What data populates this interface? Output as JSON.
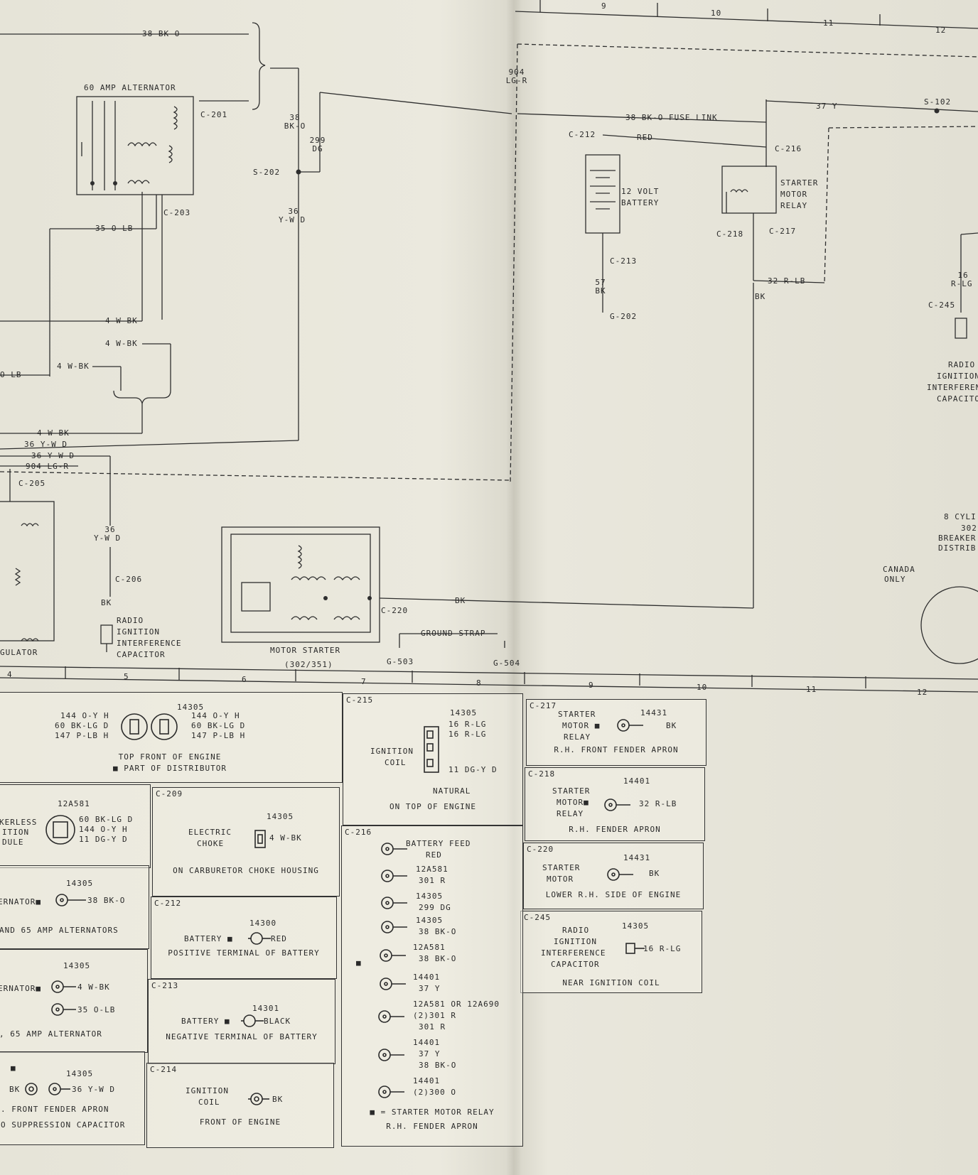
{
  "column_numbers": [
    "9",
    "10",
    "11",
    "12",
    "4",
    "5",
    "6",
    "7",
    "8",
    "9",
    "10",
    "11",
    "12"
  ],
  "top": {
    "wire_38_bk_o": "38 BK-O",
    "alternator_title": "60 AMP ALTERNATOR",
    "c201": "C-201",
    "c203": "C-203",
    "w38": "38",
    "bko": "BK-O",
    "w299": "299",
    "dg": "DG",
    "s202": "S-202",
    "w36": "36",
    "ywd": "Y-W D",
    "w35": "35 O-LB",
    "w4a": "4 W-BK",
    "w4b": "4 W-BK",
    "w4c": "4 W-BK",
    "olb_left": "O-LB",
    "w4d": "4 W-BK",
    "w36a": "36 Y-W D",
    "w36b": "36 Y-W D",
    "w904": "904 LG-R",
    "c205": "C-205",
    "regulator": "GULATOR",
    "w36c": "36",
    "ywd2": "Y-W D",
    "c206": "C-206",
    "bk1": "BK",
    "radio_cap": [
      "RADIO",
      "IGNITION",
      "INTERFERENCE",
      "CAPACITOR"
    ],
    "c220": "C-220",
    "bk2": "BK",
    "motor_starter": "MOTOR STARTER",
    "motor_sub": "(302/351)",
    "ground_strap": "GROUND STRAP",
    "g503": "G-503",
    "g504": "G-504",
    "w904v": "904",
    "lgr": "LG-R",
    "fuse_link": "38 BK-O FUSE LINK",
    "w37": "37 Y",
    "s102": "S-102",
    "c212": "C-212",
    "red": "RED",
    "c216": "C-216",
    "battery": [
      "12 VOLT",
      "BATTERY"
    ],
    "starter_relay": [
      "STARTER",
      "MOTOR",
      "RELAY"
    ],
    "c218": "C-218",
    "c217": "C-217",
    "w32": "32 R-LB",
    "bk3": "BK",
    "c213": "C-213",
    "w57": "57",
    "bk4": "BK",
    "g202": "G-202",
    "w16": "16",
    "rlg": "R-LG",
    "c245": "C-245",
    "radio_right": [
      "RADIO",
      "IGNITION",
      "INTERFEREN",
      "CAPACITO"
    ],
    "cyl": [
      "8 CYLI",
      "302",
      "BREAKER",
      "DISTRIB"
    ],
    "canada": [
      "CANADA",
      "ONLY"
    ]
  },
  "connectors": {
    "dist": {
      "code": "14305",
      "left": [
        "144 O-Y H",
        "60 BK-LG D",
        "147 P-LB H"
      ],
      "right": [
        "144 O-Y H",
        "60 BK-LG D",
        "147 P-LB H"
      ],
      "caption": [
        "TOP FRONT OF ENGINE",
        "■ PART OF DISTRIBUTOR"
      ]
    },
    "c215": {
      "id": "C-215",
      "code": "14305",
      "device": [
        "IGNITION",
        "COIL"
      ],
      "wires": [
        "16 R-LG",
        "16 R-LG",
        "11 DG-Y D"
      ],
      "natural": "NATURAL",
      "caption": "ON TOP OF ENGINE"
    },
    "c217": {
      "id": "C-217",
      "device": [
        "STARTER",
        "MOTOR ■",
        "RELAY"
      ],
      "code": "14431",
      "wire": "BK",
      "caption": "R.H. FRONT FENDER APRON"
    },
    "c218": {
      "id": "C-218",
      "device": [
        "STARTER",
        "MOTOR■",
        "RELAY"
      ],
      "code": "14401",
      "wire": "32 R-LB",
      "caption": "R.H. FENDER APRON"
    },
    "c220": {
      "id": "C-220",
      "device": [
        "STARTER",
        "MOTOR"
      ],
      "code": "14431",
      "wire": "BK",
      "caption": "LOWER R.H. SIDE OF ENGINE"
    },
    "c245": {
      "id": "C-245",
      "device": [
        "RADIO",
        "IGNITION",
        "INTERFERENCE",
        "CAPACITOR"
      ],
      "code": "14305",
      "wire": "16 R-LG",
      "caption": "NEAR IGNITION COIL"
    },
    "breakerless": {
      "code": "12A581",
      "device": [
        "KERLESS",
        "ITION",
        "DULE"
      ],
      "wires": [
        "60 BK-LG D",
        "144 O-Y H",
        "11 DG-Y D"
      ]
    },
    "c209": {
      "id": "C-209",
      "code": "14305",
      "device": [
        "ELECTRIC",
        "CHOKE"
      ],
      "wire": "4 W-BK",
      "caption": "ON CARBURETOR CHOKE HOUSING"
    },
    "alt1": {
      "code": "14305",
      "device": "ERNATOR■",
      "wire": "38 BK-O",
      "caption": "AND 65 AMP ALTERNATORS"
    },
    "c212": {
      "id": "C-212",
      "code": "14300",
      "device": "BATTERY ■",
      "wire": "RED",
      "caption": "POSITIVE TERMINAL OF BATTERY"
    },
    "alt2": {
      "code": "14305",
      "device": "ERNATOR■",
      "wires": [
        "4 W-BK",
        "35 O-LB"
      ],
      "caption": ", 65 AMP ALTERNATOR"
    },
    "c213": {
      "id": "C-213",
      "code": "14301",
      "device": "BATTERY ■",
      "wire": "BLACK",
      "caption": "NEGATIVE TERMINAL OF BATTERY"
    },
    "supp": {
      "code": "14305",
      "marker": "■",
      "left": "BK",
      "right": "36 Y-W D",
      "caption": [
        ". FRONT FENDER APRON",
        "O SUPPRESSION CAPACITOR"
      ]
    },
    "c214": {
      "id": "C-214",
      "device": [
        "IGNITION",
        "COIL"
      ],
      "wire": "BK",
      "caption": "FRONT OF ENGINE"
    },
    "c216": {
      "id": "C-216",
      "marker": "■",
      "items": [
        [
          "BATTERY FEED",
          "RED"
        ],
        [
          "12A581",
          "301 R"
        ],
        [
          "14305",
          "299 DG"
        ],
        [
          "14305",
          "38 BK-O"
        ],
        [
          "12A581",
          "38 BK-O"
        ],
        [
          "14401",
          "37 Y"
        ],
        [
          "12A581 OR 12A690",
          "(2)301 R",
          "301 R"
        ],
        [
          "14401",
          "37 Y",
          "38 BK-O"
        ],
        [
          "14401",
          "(2)300 O"
        ]
      ],
      "caption": [
        "■ = STARTER MOTOR RELAY",
        "R.H. FENDER APRON"
      ]
    }
  },
  "colors": {
    "ink": "#2a2a2a",
    "paper": "#e9e7dc"
  }
}
